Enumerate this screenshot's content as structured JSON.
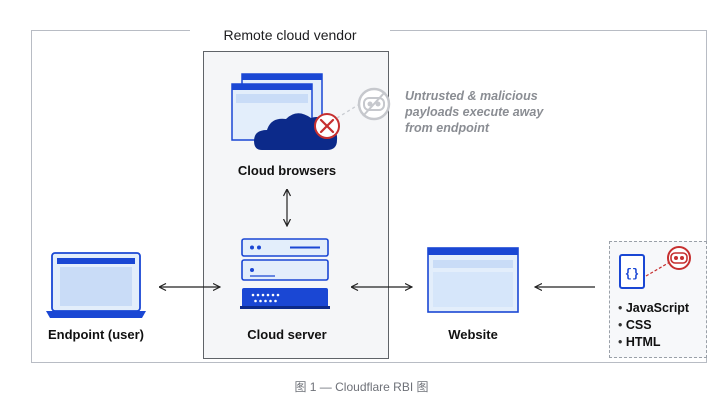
{
  "diagram": {
    "vendor_title": "Remote cloud vendor",
    "cloud_browsers_label": "Cloud browsers",
    "cloud_server_label": "Cloud server",
    "endpoint_label": "Endpoint (user)",
    "website_label": "Website",
    "annotation_lines": [
      "Untrusted & malicious",
      "payloads execute away",
      "from endpoint"
    ],
    "code_items": [
      "JavaScript",
      "CSS",
      "HTML"
    ],
    "code_icon_glyph": "{ }"
  },
  "caption": "图 1 — Cloudflare RBI 图",
  "colors": {
    "primary_blue": "#1a47d4",
    "navy": "#0c2a8a",
    "light_blue": "#c9dcf7",
    "pale_blue": "#e3eefb",
    "threat_red": "#c62f2f"
  },
  "icons": [
    "browser-window-icon",
    "cloud-icon",
    "x-mark-icon",
    "malware-mask-icon",
    "laptop-icon",
    "server-stack-icon",
    "code-braces-icon"
  ]
}
